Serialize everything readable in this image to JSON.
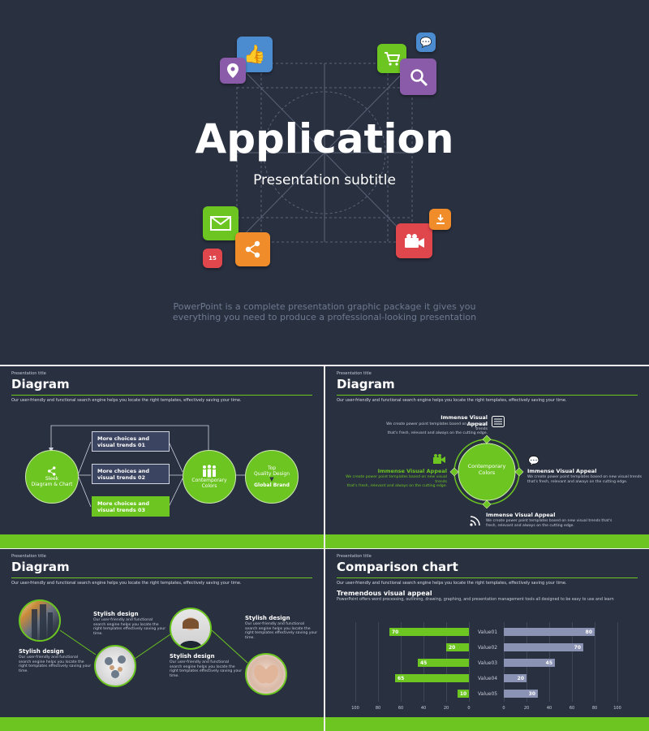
{
  "hero": {
    "title": "Application",
    "subtitle": "Presentation subtitle",
    "description_line1": "PowerPoint is a complete presentation graphic package it gives you",
    "description_line2": "everything you need to produce a professional-looking presentation",
    "icons": [
      {
        "name": "thumbs-up-icon",
        "glyph": "👍",
        "color": "#4a8ccf"
      },
      {
        "name": "location-pin-icon",
        "glyph": "⚲",
        "color": "#8a5ba8"
      },
      {
        "name": "shopping-cart-icon",
        "glyph": "🛒",
        "color": "#6cc520"
      },
      {
        "name": "chat-icon",
        "glyph": "💬",
        "color": "#4a8ccf"
      },
      {
        "name": "search-icon",
        "glyph": "🔍",
        "color": "#8a5ba8"
      },
      {
        "name": "mail-icon",
        "glyph": "✉",
        "color": "#6cc520"
      },
      {
        "name": "share-icon",
        "glyph": "⟨",
        "color": "#f08c2a"
      },
      {
        "name": "calendar-icon",
        "glyph": "15",
        "color": "#e0474c"
      },
      {
        "name": "video-camera-icon",
        "glyph": "🎥",
        "color": "#e0474c"
      },
      {
        "name": "download-icon",
        "glyph": "⬇",
        "color": "#f08c2a"
      }
    ]
  },
  "common": {
    "presentation_title": "Presentation title",
    "description": "Our user-friendly and functional search engine helps you locate the right templates, effectively saving your time."
  },
  "slide1": {
    "title": "Diagram",
    "left_circle_line1": "Sleek",
    "left_circle_line2": "Diagram & Chart",
    "choices": [
      {
        "line1": "More choices and",
        "line2": "visual trends 01"
      },
      {
        "line1": "More choices and",
        "line2": "visual trends 02"
      },
      {
        "line1": "More choices and",
        "line2": "visual trends 03"
      }
    ],
    "mid_circle_line1": "Contemporary",
    "mid_circle_line2": "Colors",
    "right_circle_line1": "Top",
    "right_circle_line2": "Quality Design",
    "right_circle_line3": "Global Brand"
  },
  "slide2": {
    "title": "Diagram",
    "center_line1": "Contemporary",
    "center_line2": "Colors",
    "items": [
      {
        "heading": "Immense Visual Appeal",
        "line1": "We create power point templates based on new visual trends",
        "line2": "that's fresh, relevant and always on the cutting edge."
      },
      {
        "heading": "Immense Visual Appeal",
        "line1": "We create power point templates based on new visual trends",
        "line2": "that's fresh, relevant and always on the cutting edge."
      },
      {
        "heading": "Immense Visual Appeal",
        "line1": "We create power point templates based on new visual trends",
        "line2": "that's fresh, relevant and always on the cutting edge."
      },
      {
        "heading": "Immense Visual Appeal",
        "line1": "We create power point templates based on new visual trends that's",
        "line2": "fresh, relevant and always on the cutting edge."
      }
    ]
  },
  "slide3": {
    "title": "Diagram",
    "items": [
      {
        "heading": "Stylish design",
        "lines": [
          "Our user-friendly and functional",
          "search engine helps you locate the",
          "right templates effectively saving your",
          "time."
        ]
      },
      {
        "heading": "Stylish design",
        "lines": [
          "Our user-friendly and functional",
          "search engine helps you locate the",
          "right templates effectively saving your",
          "time."
        ]
      },
      {
        "heading": "Stylish design",
        "lines": [
          "Our user-friendly and functional",
          "search engine helps you locate the",
          "right templates effectively saving your",
          "time."
        ]
      },
      {
        "heading": "Stylish design",
        "lines": [
          "Our user-friendly and functional",
          "search engine helps you locate the",
          "right templates effectively saving your",
          "time."
        ]
      }
    ]
  },
  "slide4": {
    "title": "Comparison chart",
    "subheading": "Tremendous visual appeal",
    "subdescription": "PowerPoint offers word processing, outlining, drawing, graphing, and presentation management tools all designed to be easy to use and learn"
  },
  "chart_data": {
    "type": "bar",
    "categories": [
      "Value01",
      "Value02",
      "Value03",
      "Value04",
      "Value05"
    ],
    "series": [
      {
        "values": [
          70,
          20,
          45,
          65,
          10
        ],
        "color": "#6cc520"
      },
      {
        "values": [
          80,
          70,
          45,
          20,
          30
        ],
        "color": "#8a93b3"
      }
    ],
    "left_ticks": [
      "100",
      "80",
      "60",
      "40",
      "20",
      "0"
    ],
    "right_ticks": [
      "0",
      "20",
      "40",
      "60",
      "80",
      "100"
    ],
    "xlim": [
      0,
      100
    ]
  }
}
